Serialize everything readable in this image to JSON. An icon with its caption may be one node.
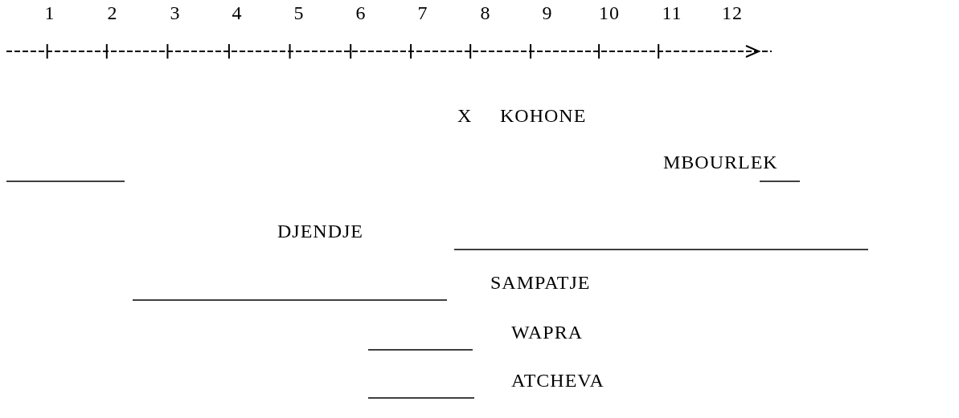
{
  "diagram": {
    "labels": [
      "1",
      "2",
      "3",
      "4",
      "5",
      "6",
      "7",
      "8",
      "9",
      "10",
      "11",
      "12",
      "X",
      "KOHONE",
      "MBOURLEK",
      "DJENDJE",
      "SAMPATJE",
      "WAPRA",
      "ATCHEVA"
    ]
  }
}
